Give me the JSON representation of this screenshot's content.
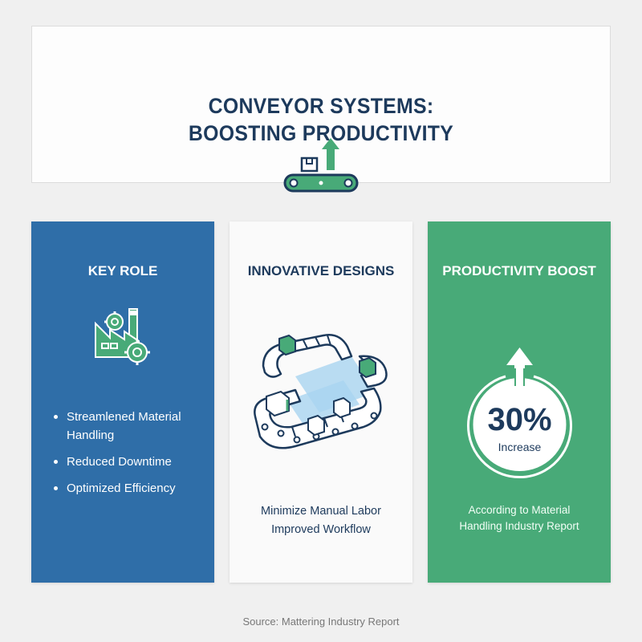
{
  "header": {
    "title_line1": "CONVEYOR SYSTEMS:",
    "title_line2": "BOOSTING PRODUCTIVITY",
    "icon": "conveyor-up-arrow-icon"
  },
  "cards": [
    {
      "title": "KEY ROLE",
      "icon": "factory-gears-icon",
      "color": "#2f6ea8",
      "bullets": [
        "Streamlened Material Handling",
        "Reduced Downtime",
        "Optimized Efficiency"
      ]
    },
    {
      "title": "INNOVATIVE DESIGNS",
      "icon": "isometric-conveyor-icon",
      "color": "#fafafa",
      "lines": [
        "Minimize Manual Labor",
        "Improved Workflow"
      ]
    },
    {
      "title": "PRODUCTIVITY BOOST",
      "icon": "circle-up-arrow-icon",
      "color": "#48aa78",
      "stat_value": "30%",
      "stat_label": "Increase",
      "note_line1": "According to Material",
      "note_line2": "Handling Industry Report"
    }
  ],
  "footer": {
    "source": "Source: Mattering Industry Report"
  },
  "colors": {
    "navy": "#1d3a5c",
    "blue": "#2f6ea8",
    "green": "#48aa78",
    "background": "#f0f0f0"
  }
}
